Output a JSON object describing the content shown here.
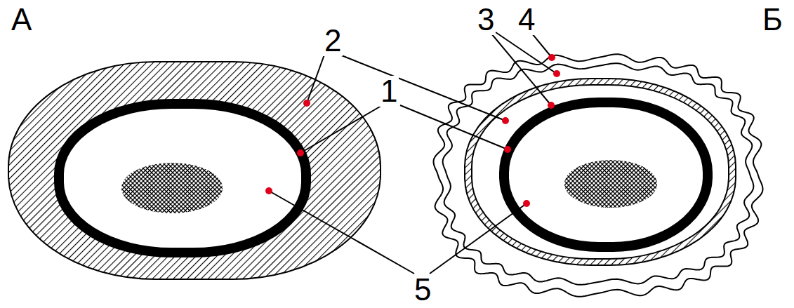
{
  "diagram": {
    "labels": [
      "А",
      "Б",
      "2",
      "3",
      "4",
      "1",
      "5"
    ]
  }
}
